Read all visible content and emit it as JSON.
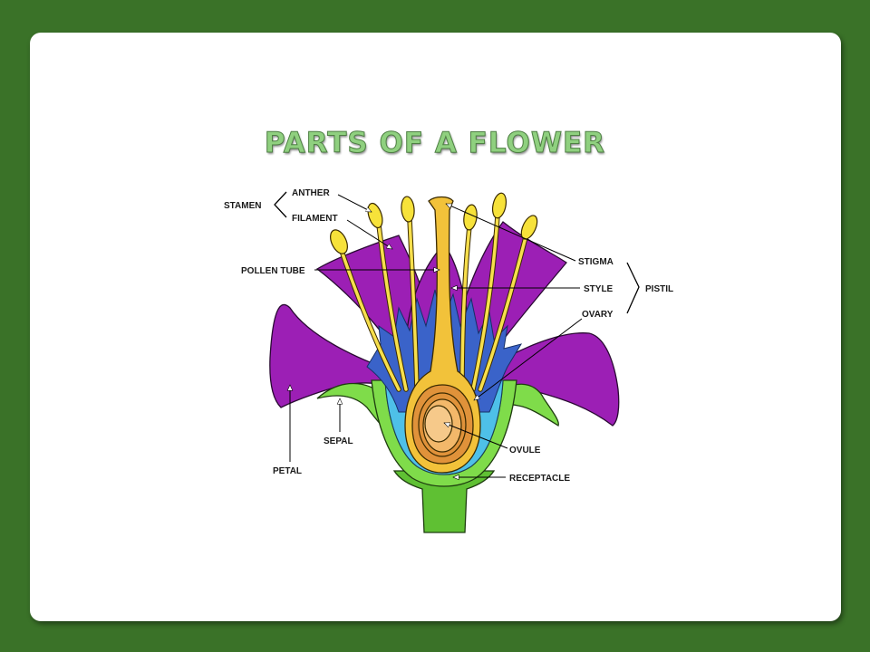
{
  "slide": {
    "title": "PARTS OF A FLOWER"
  },
  "diagram": {
    "labels": {
      "stamen": "STAMEN",
      "anther": "ANTHER",
      "filament": "FILAMENT",
      "pollen_tube": "POLLEN TUBE",
      "stigma": "STIGMA",
      "style": "STYLE",
      "pistil": "PISTIL",
      "ovary": "OVARY",
      "ovule": "OVULE",
      "receptacle": "RECEPTACLE",
      "sepal": "SEPAL",
      "petal": "PETAL"
    },
    "colors": {
      "background": "#3a7228",
      "petal": "#9c1fb5",
      "sepal": "#7fdc4a",
      "receptacle": "#4ec0e8",
      "inner_blue": "#3a63c9",
      "anther": "#f7e23a",
      "style": "#f2c23a",
      "ovary": "#e0923a"
    }
  }
}
